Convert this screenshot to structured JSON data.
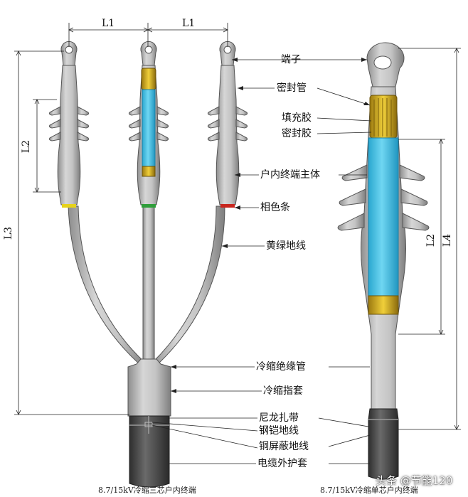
{
  "labels": {
    "terminal": "端子",
    "seal_tube": "密封管",
    "filler_glue": "填充胶",
    "seal_glue": "密封胶",
    "indoor_body": "户内终端主体",
    "phase_strip": "相色条",
    "ground_wire": "黄绿地线",
    "cold_shrink_tube": "冷缩绝缘管",
    "cold_shrink_finger": "冷缩指套",
    "nylon_tie": "尼龙扎带",
    "steel_armor_ground": "钢铠地线",
    "copper_shield_ground": "铜屏蔽地线",
    "cable_sheath": "电缆外护套"
  },
  "dimensions": {
    "l1_left": "L1",
    "l1_right": "L1",
    "l2_left": "L2",
    "l3": "L3",
    "l2_right": "L2",
    "l4": "L4"
  },
  "captions": {
    "three_core": "8.7/15kV冷缩三芯户内终端",
    "single_core": "8.7/15kV冷缩单芯户内终端"
  },
  "watermark": "头条 @节能120",
  "colors": {
    "insulator_gray": "#b9b9b9",
    "core_blue": "#3fc3e8",
    "filler_yellow": "#d8b21e",
    "phase_yellow": "#e6d21a",
    "phase_green": "#2f9e3a",
    "phase_red": "#c8261e",
    "sheath_dark": "#4a4a4a"
  }
}
